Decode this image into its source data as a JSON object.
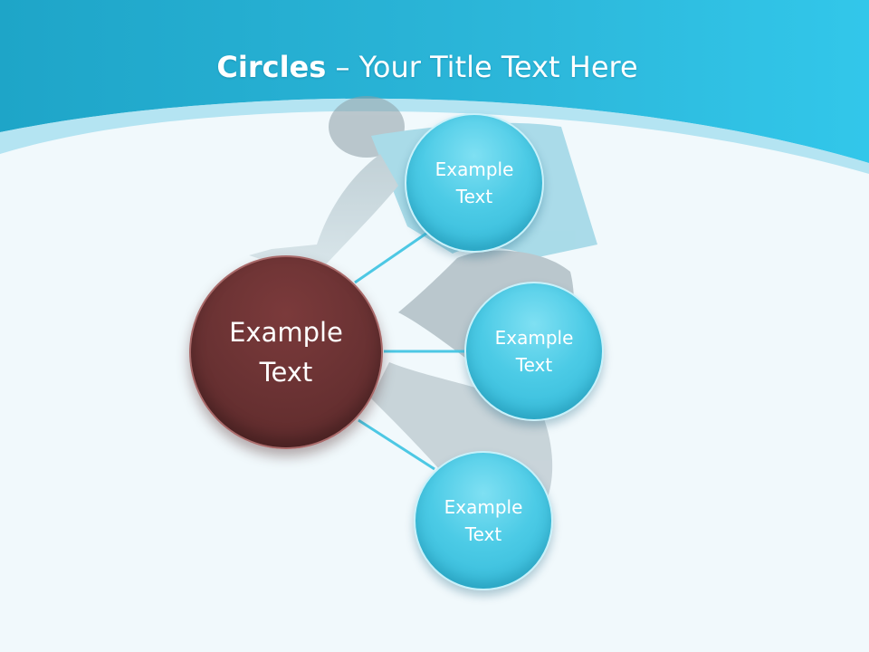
{
  "title": {
    "bold": "Circles",
    "rest": " – Your Title Text Here"
  },
  "diagram": {
    "center": {
      "label_line1": "Example",
      "label_line2": "Text",
      "color": "#692f30"
    },
    "nodes": [
      {
        "label_line1": "Example",
        "label_line2": "Text"
      },
      {
        "label_line1": "Example",
        "label_line2": "Text"
      },
      {
        "label_line1": "Example",
        "label_line2": "Text"
      }
    ],
    "node_color": "#4ccbe6",
    "connector_color": "#4dc8e4"
  },
  "theme": {
    "header_color": "#2ab3d6",
    "background_color": "#f1f9fc"
  }
}
